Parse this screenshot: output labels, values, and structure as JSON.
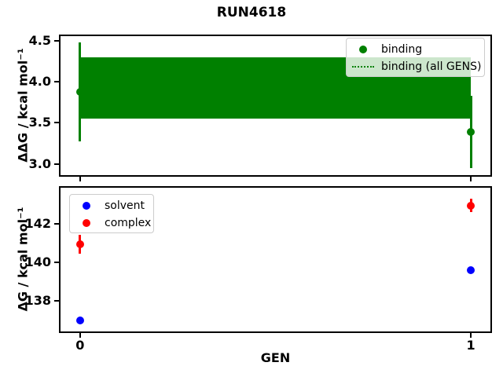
{
  "title": "RUN4618",
  "accent_colors": {
    "binding": "#008000",
    "solvent": "#0000ff",
    "complex": "#ff0000"
  },
  "chart_data": [
    {
      "type": "scatter",
      "title": "RUN4618",
      "ylabel": "ΔΔG / kcal mol⁻¹",
      "xlabel": "",
      "xlim": [
        -0.05,
        1.05
      ],
      "ylim": [
        2.865,
        4.555
      ],
      "yticks": [
        4.5,
        4.0,
        3.5,
        3.0
      ],
      "ytick_labels": [
        "4.5",
        "4.0",
        "3.5",
        "3.0"
      ],
      "xticks": [
        0,
        1
      ],
      "xtick_labels": null,
      "grid": false,
      "legend_position": "upper right",
      "series": [
        {
          "name": "binding",
          "color": "#008000",
          "marker": "circle",
          "x": [
            0,
            1
          ],
          "y": [
            3.88,
            3.39
          ],
          "yerr": [
            0.6,
            0.44
          ]
        }
      ],
      "band": {
        "name": "binding (all GENS)",
        "color": "#008000",
        "x_from": 0,
        "x_to": 1,
        "y_low": 3.55,
        "y_high": 4.3,
        "center": 3.93
      },
      "legend": [
        {
          "label": "binding",
          "handle": "dot",
          "color": "#008000"
        },
        {
          "label": "binding (all GENS)",
          "handle": "dotted-line",
          "color": "#008000"
        }
      ]
    },
    {
      "type": "scatter",
      "ylabel": "ΔG / kcal mol⁻¹",
      "xlabel": "GEN",
      "xlim": [
        -0.05,
        1.05
      ],
      "ylim": [
        136.43,
        143.87
      ],
      "yticks": [
        142,
        140,
        138
      ],
      "ytick_labels": [
        "142",
        "140",
        "138"
      ],
      "xticks": [
        0,
        1
      ],
      "xtick_labels": [
        "0",
        "1"
      ],
      "grid": false,
      "legend_position": "upper left",
      "series": [
        {
          "name": "solvent",
          "color": "#0000ff",
          "marker": "circle",
          "x": [
            0,
            1
          ],
          "y": [
            137.0,
            139.6
          ],
          "yerr": [
            0.05,
            0.05
          ]
        },
        {
          "name": "complex",
          "color": "#ff0000",
          "marker": "circle",
          "x": [
            0,
            1
          ],
          "y": [
            140.95,
            142.95
          ],
          "yerr": [
            0.5,
            0.35
          ]
        }
      ],
      "legend": [
        {
          "label": "solvent",
          "handle": "dot",
          "color": "#0000ff"
        },
        {
          "label": "complex",
          "handle": "dot",
          "color": "#ff0000"
        }
      ]
    }
  ]
}
